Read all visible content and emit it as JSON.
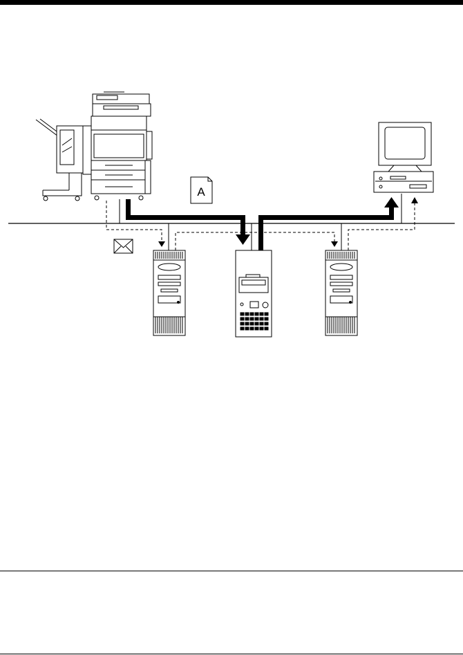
{
  "page": {
    "has_top_rule": true,
    "has_section_rules": true
  },
  "diagram": {
    "type": "network-diagram",
    "nodes": [
      {
        "id": "mfp",
        "icon": "multifunction-printer-icon"
      },
      {
        "id": "server-left",
        "icon": "mail-server-tower-icon"
      },
      {
        "id": "server-center",
        "icon": "file-server-tower-icon"
      },
      {
        "id": "server-right",
        "icon": "mail-server-tower-icon"
      },
      {
        "id": "pc",
        "icon": "desktop-computer-icon"
      }
    ],
    "flows": [
      {
        "from": "mfp",
        "to": "server-center",
        "style": "thick-solid",
        "meaning": "document"
      },
      {
        "from": "server-center",
        "to": "pc",
        "style": "thick-solid",
        "meaning": "document"
      },
      {
        "from": "mfp",
        "to": "server-left",
        "style": "dashed",
        "meaning": "e-mail"
      },
      {
        "from": "server-left",
        "to": "server-right",
        "style": "dashed",
        "meaning": "e-mail"
      },
      {
        "from": "server-right",
        "to": "pc",
        "style": "dashed",
        "meaning": "e-mail"
      }
    ],
    "document_icon_label": "A",
    "envelope_icon": "envelope-icon"
  }
}
